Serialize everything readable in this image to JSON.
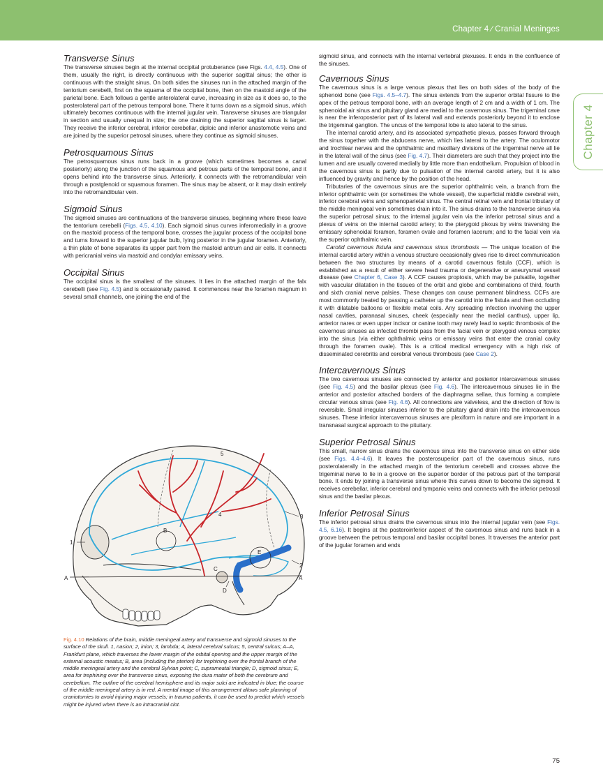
{
  "header": {
    "running_head": "Chapter 4 ∕ Cranial Meninges",
    "chapter_tab": "Chapter 4"
  },
  "sections": {
    "transverse": {
      "title": "Transverse Sinus",
      "p1_a": "The transverse sinuses begin at the internal occipital protuberance (see Figs. ",
      "p1_link": "4.4, 4.5",
      "p1_b": "). One of them, usually the right, is directly continuous with the superior sagittal sinus; the other is continuous with the straight sinus. On both sides the sinuses run in the attached margin of the tentorium cerebelli, first on the squama of the occipital bone, then on the mastoid angle of the parietal bone. Each follows a gentle anterolateral curve, increasing in size as it does so, to the posterolateral part of the petrous temporal bone. There it turns down as a sigmoid sinus, which ultimately becomes continuous with the internal jugular vein. Transverse sinuses are triangular in section and usually unequal in size; the one draining the superior sagittal sinus is larger. They receive the inferior cerebral, inferior cerebellar, diploic and inferior anastomotic veins and are joined by the superior petrosal sinuses, where they continue as sigmoid sinuses."
    },
    "petrosquamous": {
      "title": "Petrosquamous Sinus",
      "p1": "The petrosquamous sinus runs back in a groove (which sometimes becomes a canal posteriorly) along the junction of the squamous and petrous parts of the temporal bone, and it opens behind into the transverse sinus. Anteriorly, it connects with the retromandibular vein through a postglenoid or squamous foramen. The sinus may be absent, or it may drain entirely into the retromandibular vein."
    },
    "sigmoid": {
      "title": "Sigmoid Sinus",
      "p1_a": "The sigmoid sinuses are continuations of the transverse sinuses, beginning where these leave the tentorium cerebelli (",
      "p1_link": "Figs. 4.5, 4.10",
      "p1_b": "). Each sigmoid sinus curves inferomedially in a groove on the mastoid process of the temporal bone, crosses the jugular process of the occipital bone and turns forward to the superior jugular bulb, lying posterior in the jugular foramen. Anteriorly, a thin plate of bone separates its upper part from the mastoid antrum and air cells. It connects with pericranial veins via mastoid and condylar emissary veins."
    },
    "occipital": {
      "title": "Occipital Sinus",
      "p1_a": "The occipital sinus is the smallest of the sinuses. It lies in the attached margin of the falx cerebelli (see ",
      "p1_link": "Fig. 4.5",
      "p1_b": ") and is occasionally paired. It commences near the foramen magnum in several small channels, one joining the end of the"
    },
    "right_lead": "sigmoid sinus, and connects with the internal vertebral plexuses. It ends in the confluence of the sinuses.",
    "cavernous": {
      "title": "Cavernous Sinus",
      "p1_a": "The cavernous sinus is a large venous plexus that lies on both sides of the body of the sphenoid bone (see ",
      "p1_link": "Figs. 4.5–4.7",
      "p1_b": "). The sinus extends from the superior orbital fissure to the apex of the petrous temporal bone, with an average length of 2 cm and a width of 1 cm. The sphenoidal air sinus and pituitary gland are medial to the cavernous sinus. The trigeminal cave is near the inferoposterior part of its lateral wall and extends posteriorly beyond it to enclose the trigeminal ganglion. The uncus of the temporal lobe is also lateral to the sinus.",
      "p2_a": "The internal carotid artery, and its associated sympathetic plexus, passes forward through the sinus together with the abducens nerve, which lies lateral to the artery. The oculomotor and trochlear nerves and the ophthalmic and maxillary divisions of the trigeminal nerve all lie in the lateral wall of the sinus (see ",
      "p2_link": "Fig. 4.7",
      "p2_b": "). Their diameters are such that they project into the lumen and are usually covered medially by little more than endothelium. Propulsion of blood in the cavernous sinus is partly due to pulsation of the internal carotid artery, but it is also influenced by gravity and hence by the position of the head.",
      "p3": "Tributaries of the cavernous sinus are the superior ophthalmic vein, a branch from the inferior ophthalmic vein (or sometimes the whole vessel), the superficial middle cerebral vein, inferior cerebral veins and sphenoparietal sinus. The central retinal vein and frontal tributary of the middle meningeal vein sometimes drain into it. The sinus drains to the transverse sinus via the superior petrosal sinus; to the internal jugular vein via the inferior petrosal sinus and a plexus of veins on the internal carotid artery; to the pterygoid plexus by veins traversing the emissary sphenoidal foramen, foramen ovale and foramen lacerum; and to the facial vein via the superior ophthalmic vein.",
      "p4_lead": "Carotid cavernous fistula and cavernous sinus thrombosis —",
      "p4_a": " The unique location of the internal carotid artery within a venous structure occasionally gives rise to direct communication between the two structures by means of a carotid cavernous fistula (CCF), which is established as a result of either severe head trauma or degenerative or aneurysmal vessel disease (see ",
      "p4_link1": "Chapter 6, Case 3",
      "p4_b": "). A CCF causes proptosis, which may be pulsatile, together with vascular dilatation in the tissues of the orbit and globe and combinations of third, fourth and sixth cranial nerve palsies. These changes can cause permanent blindness. CCFs are most commonly treated by passing a catheter up the carotid into the fistula and then occluding it with dilatable balloons or flexible metal coils. Any spreading infection involving the upper nasal cavities, paranasal sinuses, cheek (especially near the medial canthus), upper lip, anterior nares or even upper incisor or canine tooth may rarely lead to septic thrombosis of the cavernous sinuses as infected thrombi pass from the facial vein or pterygoid venous complex into the sinus (via either ophthalmic veins or emissary veins that enter the cranial cavity through the foramen ovale). This is a critical medical emergency with a high risk of disseminated cerebritis and cerebral venous thrombosis (see ",
      "p4_link2": "Case 2",
      "p4_c": ")."
    },
    "intercavernous": {
      "title": "Intercavernous Sinus",
      "p1_a": "The two cavernous sinuses are connected by anterior and posterior intercavernous sinuses (see ",
      "p1_link1": "Fig. 4.5",
      "p1_b": ") and the basilar plexus (see ",
      "p1_link2": "Fig. 4.6",
      "p1_c": "). The intercavernous sinuses lie in the anterior and posterior attached borders of the diaphragma sellae, thus forming a complete circular venous sinus (see ",
      "p1_link3": "Fig. 4.6",
      "p1_d": "). All connections are valveless, and the direction of flow is reversible. Small irregular sinuses inferior to the pituitary gland drain into the intercavernous sinuses. These inferior intercavernous sinuses are plexiform in nature and are important in a transnasal surgical approach to the pituitary."
    },
    "superior_petrosal": {
      "title": "Superior Petrosal Sinus",
      "p1_a": "This small, narrow sinus drains the cavernous sinus into the transverse sinus on either side (see ",
      "p1_link": "Figs. 4.4–4.6",
      "p1_b": "). It leaves the posterosuperior part of the cavernous sinus, runs posterolaterally in the attached margin of the tentorium cerebelli and crosses above the trigeminal nerve to lie in a groove on the superior border of the petrous part of the temporal bone. It ends by joining a transverse sinus where this curves down to become the sigmoid. It receives cerebellar, inferior cerebral and tympanic veins and connects with the inferior petrosal sinus and the basilar plexus."
    },
    "inferior_petrosal": {
      "title": "Inferior Petrosal Sinus",
      "p1_a": "The inferior petrosal sinus drains the cavernous sinus into the internal jugular vein (see ",
      "p1_link": "Figs. 4.5, 6.16",
      "p1_b": "). It begins at the posteroinferior aspect of the cavernous sinus and runs back in a groove between the petrous temporal and basilar occipital bones. It traverses the anterior part of the jugular foramen and ends"
    }
  },
  "figure": {
    "labels": {
      "n1": "1",
      "n2": "2",
      "n3": "3",
      "n4": "4",
      "n5": "5",
      "a_left": "A",
      "a_right": "A",
      "b": "B",
      "c": "C",
      "d": "D",
      "e": "E"
    },
    "caption_no": "Fig. 4.10",
    "caption_text": " Relations of the brain, middle meningeal artery and transverse and sigmoid sinuses to the surface of the skull. 1, nasion; 2, inion; 3, lambda; 4, lateral cerebral sulcus; 5, central sulcus; A–A, Frankfurt plane, which traverses the lower margin of the orbital opening and the upper margin of the external acoustic meatus; B, area (including the pterion) for trephining over the frontal branch of the middle meningeal artery and the cerebral Sylvian point; C, suprameatal triangle; D, sigmoid sinus; E, area for trephining over the transverse sinus, exposing the dura mater of both the cerebrum and cerebellum. The outline of the cerebral hemisphere and its major sulci are indicated in blue; the course of the middle meningeal artery is in red. A mental image of this arrangement allows safe planning of craniotomies to avoid injuring major vessels; in trauma patients, it can be used to predict which vessels might be injured when there is an intracranial clot.",
    "colors": {
      "brain_outline": "#2fa8d8",
      "artery": "#c8262b",
      "sinus": "#2a6fc9"
    }
  },
  "page_number": "75"
}
